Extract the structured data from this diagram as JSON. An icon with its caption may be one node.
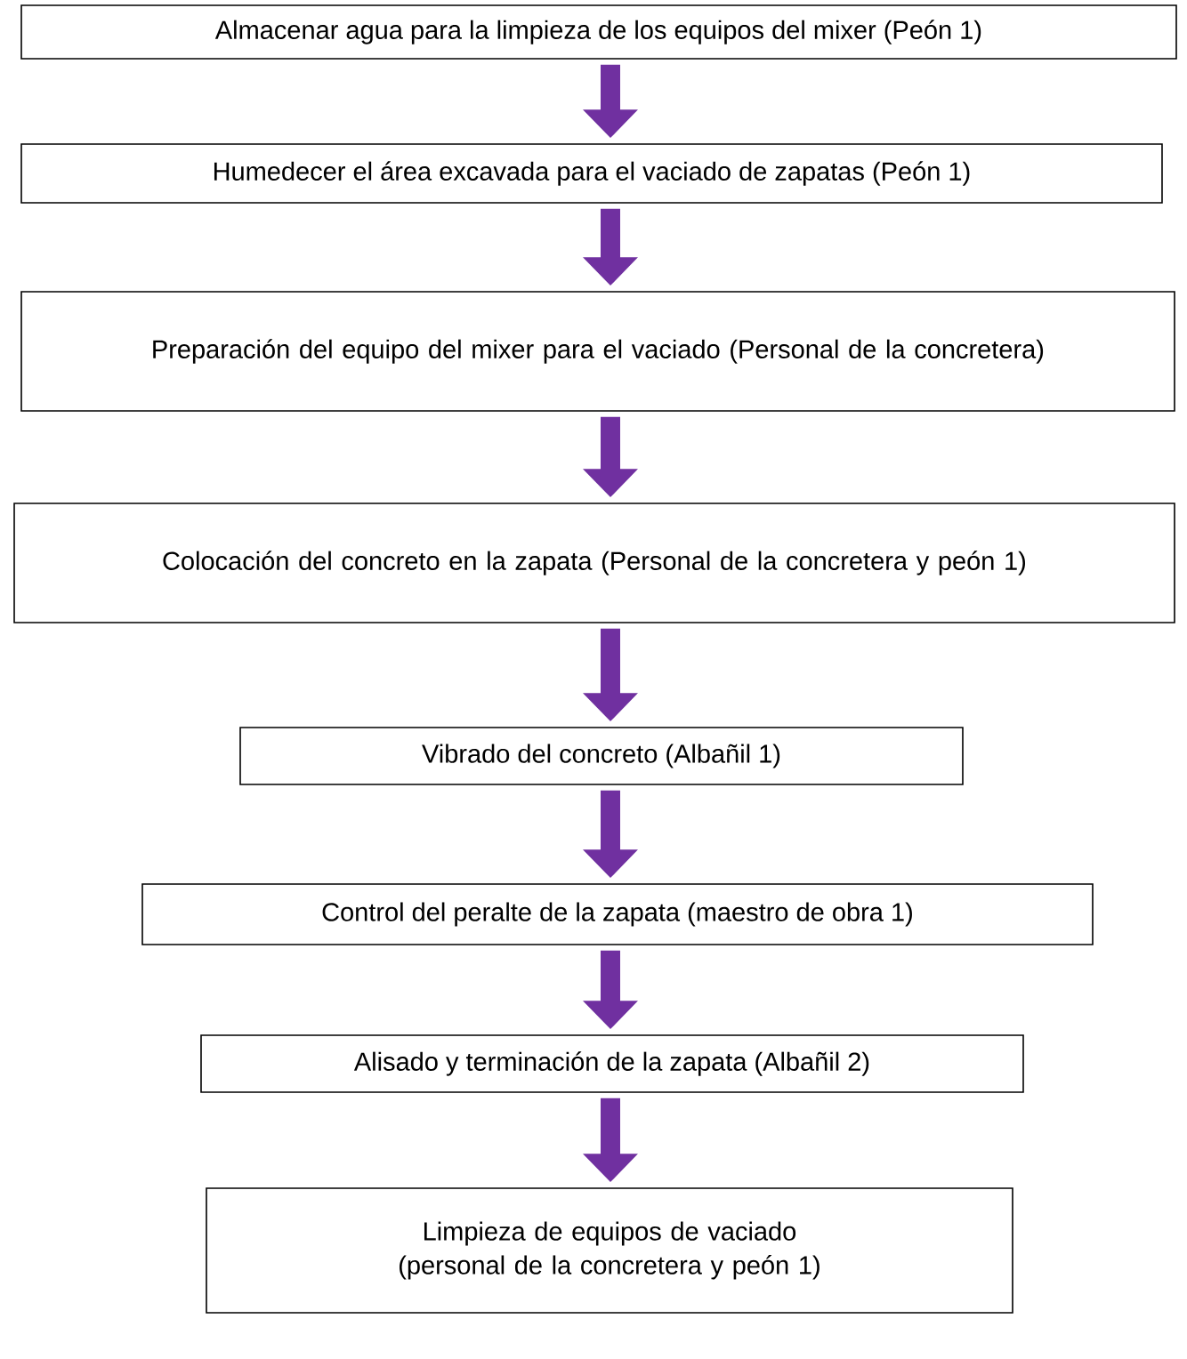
{
  "diagram": {
    "nodes": [
      {
        "text": [
          "Almacenar agua para la limpieza de los equipos del mixer (Peón 1)"
        ]
      },
      {
        "text": [
          "Humedecer el área excavada para el vaciado de zapatas (Peón 1)"
        ]
      },
      {
        "text": [
          "Preparación del equipo del mixer para el vaciado (Personal de la concretera)"
        ]
      },
      {
        "text": [
          "Colocación del concreto en la zapata (Personal de la concretera y peón 1)"
        ]
      },
      {
        "text": [
          "Vibrado del concreto (Albañil 1)"
        ]
      },
      {
        "text": [
          "Control del peralte de la zapata (maestro de obra 1)"
        ]
      },
      {
        "text": [
          "Alisado y terminación de la zapata (Albañil 2)"
        ]
      },
      {
        "text": [
          "Limpieza de equipos de vaciado (personal de la concretera y peón 1)"
        ]
      }
    ],
    "edges": [
      {
        "from": 0,
        "to": 1,
        "arrow": "to"
      },
      {
        "from": 1,
        "to": 2,
        "arrow": "to"
      },
      {
        "from": 2,
        "to": 3,
        "arrow": "to"
      },
      {
        "from": 3,
        "to": 4,
        "arrow": "to"
      },
      {
        "from": 4,
        "to": 5,
        "arrow": "to"
      },
      {
        "from": 5,
        "to": 6,
        "arrow": "to"
      },
      {
        "from": 6,
        "to": 7,
        "arrow": "to"
      }
    ]
  }
}
